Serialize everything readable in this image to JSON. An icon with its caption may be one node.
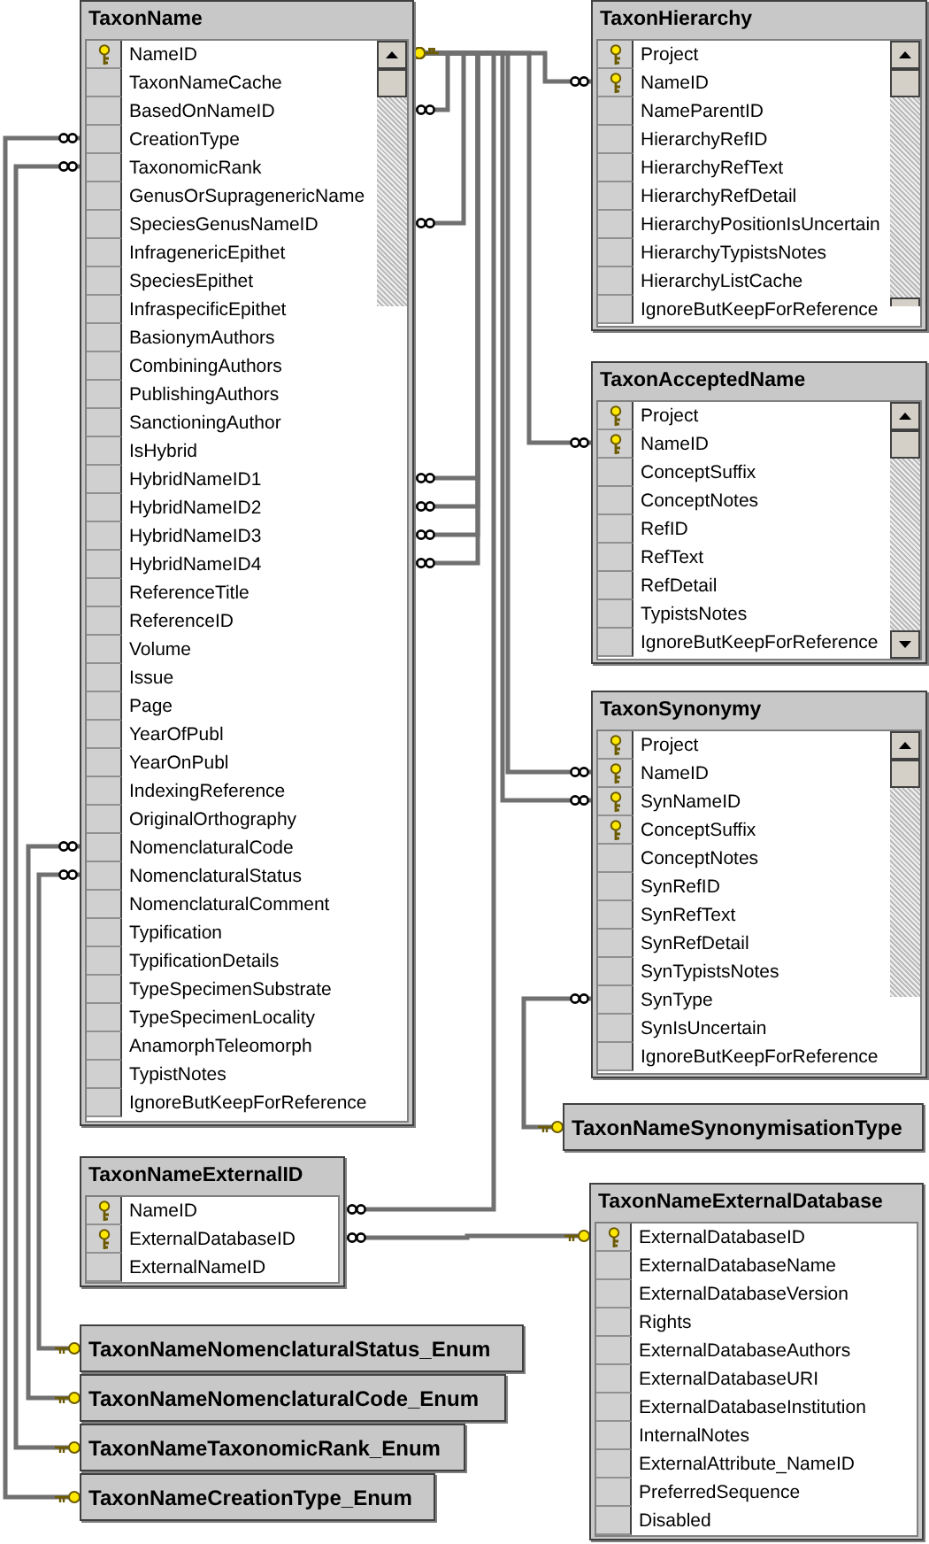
{
  "diagram": {
    "nodes": [
      {
        "text": [
          "TaxonName",
          "NameID",
          "TaxonNameCache",
          "BasedOnNameID",
          "CreationType",
          "TaxonomicRank",
          "GenusOrSupragenericName",
          "SpeciesGenusNameID",
          "InfragenericEpithet",
          "SpeciesEpithet",
          "InfraspecificEpithet",
          "BasionymAuthors",
          "CombiningAuthors",
          "PublishingAuthors",
          "SanctioningAuthor",
          "IsHybrid",
          "HybridNameID1",
          "HybridNameID2",
          "HybridNameID3",
          "HybridNameID4",
          "ReferenceTitle",
          "ReferenceID",
          "Volume",
          "Issue",
          "Page",
          "YearOfPubl",
          "YearOnPubl",
          "IndexingReference",
          "OriginalOrthography",
          "NomenclaturalCode",
          "NomenclaturalStatus",
          "NomenclaturalComment",
          "Typification",
          "TypificationDetails",
          "TypeSpecimenSubstrate",
          "TypeSpecimenLocality",
          "AnamorphTeleomorph",
          "TypistNotes",
          "IgnoreButKeepForReference"
        ]
      },
      {
        "text": [
          "TaxonHierarchy",
          "Project",
          "NameID",
          "NameParentID",
          "HierarchyRefID",
          "HierarchyRefText",
          "HierarchyRefDetail",
          "HierarchyPositionIsUncertain",
          "HierarchyTypistsNotes",
          "HierarchyListCache",
          "IgnoreButKeepForReference"
        ]
      },
      {
        "text": [
          "TaxonAcceptedName",
          "Project",
          "NameID",
          "ConceptSuffix",
          "ConceptNotes",
          "RefID",
          "RefText",
          "RefDetail",
          "TypistsNotes",
          "IgnoreButKeepForReference"
        ]
      },
      {
        "text": [
          "TaxonSynonymy",
          "Project",
          "NameID",
          "SynNameID",
          "ConceptSuffix",
          "ConceptNotes",
          "SynRefID",
          "SynRefText",
          "SynRefDetail",
          "SynTypistsNotes",
          "SynType",
          "SynIsUncertain",
          "IgnoreButKeepForReference"
        ]
      },
      {
        "text": [
          "TaxonNameSynonymisationType"
        ]
      },
      {
        "text": [
          "TaxonNameExternalID",
          "NameID",
          "ExternalDatabaseID",
          "ExternalNameID"
        ]
      },
      {
        "text": [
          "TaxonNameExternalDatabase",
          "ExternalDatabaseID",
          "ExternalDatabaseName",
          "ExternalDatabaseVersion",
          "Rights",
          "ExternalDatabaseAuthors",
          "ExternalDatabaseURI",
          "ExternalDatabaseInstitution",
          "InternalNotes",
          "ExternalAttribute_NameID",
          "PreferredSequence",
          "Disabled"
        ]
      },
      {
        "text": [
          "TaxonNameNomenclaturalStatus_Enum"
        ]
      },
      {
        "text": [
          "TaxonNameNomenclaturalCode_Enum"
        ]
      },
      {
        "text": [
          "TaxonNameTaxonomicRank_Enum"
        ]
      },
      {
        "text": [
          "TaxonNameCreationType_Enum"
        ]
      }
    ],
    "edges": [
      {
        "from": 0,
        "to": 0,
        "arrow": "other"
      },
      {
        "from": 0,
        "to": 0,
        "arrow": "other"
      },
      {
        "from": 0,
        "to": 0,
        "arrow": "other"
      },
      {
        "from": 0,
        "to": 0,
        "arrow": "other"
      },
      {
        "from": 0,
        "to": 0,
        "arrow": "other"
      },
      {
        "from": 0,
        "to": 0,
        "arrow": "other"
      },
      {
        "from": 1,
        "to": 0,
        "arrow": "other"
      },
      {
        "from": 2,
        "to": 0,
        "arrow": "other"
      },
      {
        "from": 3,
        "to": 0,
        "arrow": "other"
      },
      {
        "from": 3,
        "to": 0,
        "arrow": "other"
      },
      {
        "from": 5,
        "to": 0,
        "arrow": "other"
      },
      {
        "from": 3,
        "to": 4,
        "arrow": "other"
      },
      {
        "from": 5,
        "to": 6,
        "arrow": "other"
      },
      {
        "from": 0,
        "to": 10,
        "arrow": "other"
      },
      {
        "from": 0,
        "to": 9,
        "arrow": "other"
      },
      {
        "from": 0,
        "to": 8,
        "arrow": "other"
      },
      {
        "from": 0,
        "to": 7,
        "arrow": "other"
      }
    ]
  }
}
